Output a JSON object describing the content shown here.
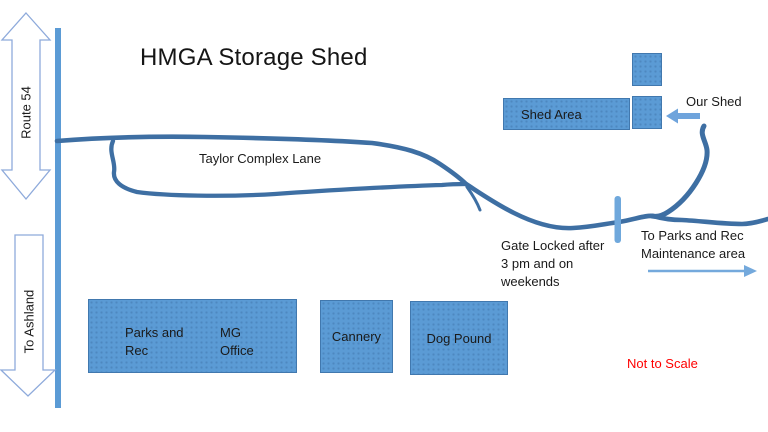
{
  "title": "HMGA Storage Shed",
  "roads": {
    "route54_label": "Route 54",
    "ashland_label": "To Ashland",
    "taylor_lane_label": "Taylor Complex Lane"
  },
  "shed": {
    "area_label": "Shed Area",
    "our_shed_label": "Our Shed"
  },
  "notes": {
    "gate_line1": "Gate Locked after",
    "gate_line2": "3 pm and on",
    "gate_line3": "weekends",
    "maint_line1": "To Parks and Rec",
    "maint_line2": "Maintenance area",
    "scale": "Not to Scale"
  },
  "buildings": {
    "parks_line1": "Parks and",
    "parks_line2": "Rec",
    "mg_line1": "MG",
    "mg_line2": "Office",
    "cannery": "Cannery",
    "dog_pound": "Dog Pound"
  },
  "colors": {
    "shape_fill_blue": "#5B9BD5",
    "shape_border_blue": "#4178AE",
    "road_dark_blue": "#3E6FA3",
    "road_light_blue": "#5B9BD5",
    "gate_blue": "#6FA8DC",
    "arrow_blue": "#6FA4DC",
    "outline_arrow_blue": "#8EAADB",
    "scale_note_red": "#FF0000"
  }
}
